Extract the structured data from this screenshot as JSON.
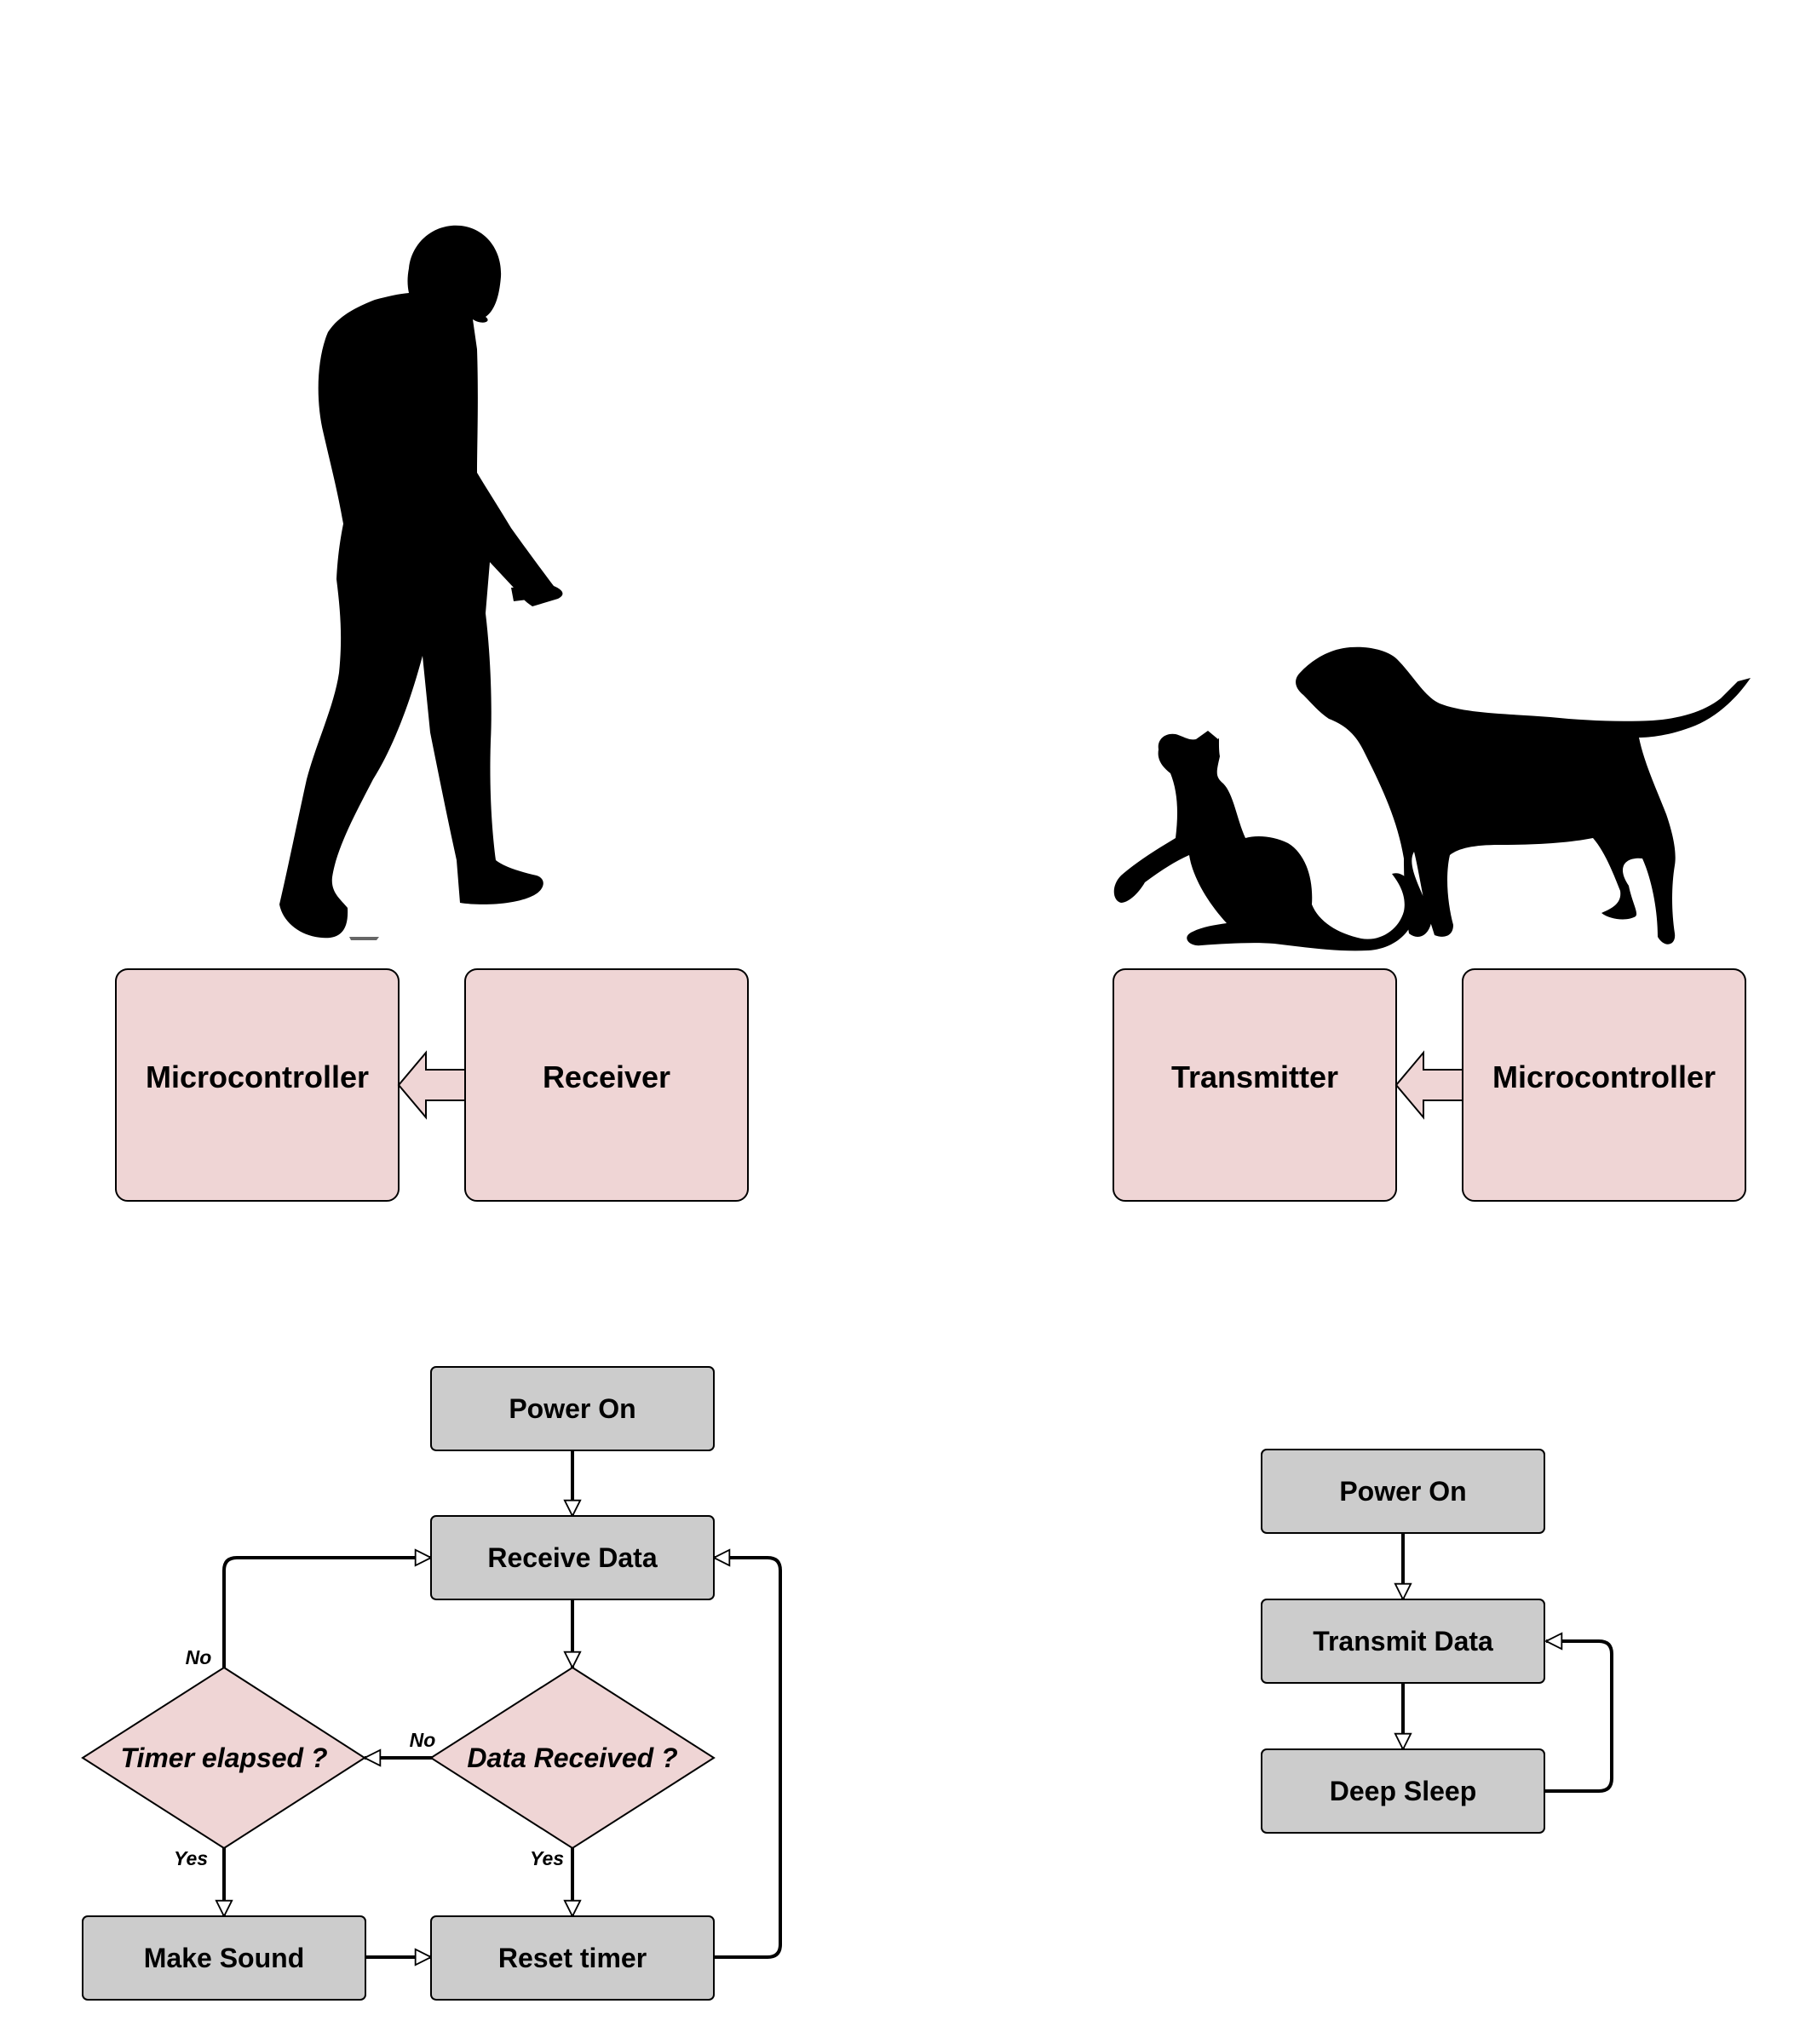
{
  "colors": {
    "block_fill": "#efd5d5",
    "process_fill": "#cccccc",
    "decision_fill": "#efd5d5",
    "stroke": "#000000",
    "silhouette": "#000000",
    "background": "#ffffff"
  },
  "illustrations": {
    "left": "walking-person-silhouette",
    "right": [
      "cat-silhouette",
      "dog-silhouette"
    ]
  },
  "receiver_side": {
    "left_block": "Microcontroller",
    "right_block": "Receiver"
  },
  "transmitter_side": {
    "left_block": "Transmitter",
    "right_block": "Microcontroller"
  },
  "receiver_flow": {
    "power_on": "Power On",
    "receive_data": "Receive Data",
    "data_received": "Data Received ?",
    "timer_elapsed": "Timer elapsed ?",
    "make_sound": "Make Sound",
    "reset_timer": "Reset timer",
    "no_label_timer": "No",
    "no_label_data": "No",
    "yes_label_timer": "Yes",
    "yes_label_data": "Yes"
  },
  "transmitter_flow": {
    "power_on": "Power On",
    "transmit_data": "Transmit Data",
    "deep_sleep": "Deep Sleep"
  }
}
